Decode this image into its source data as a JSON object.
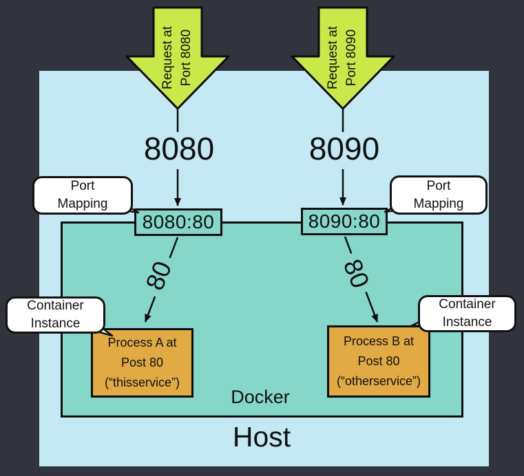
{
  "colors": {
    "background": "#31343d",
    "host_fill": "#c4e9f4",
    "docker_fill": "#86d7ca",
    "request_arrow_fill": "#c9e84a",
    "process_box_fill": "#e1aa45",
    "bubble_fill": "#ffffff",
    "outline": "#0d0d0d"
  },
  "diagram": {
    "host_label": "Host",
    "docker_label": "Docker",
    "left": {
      "request_line1": "Request at",
      "request_line2": "Port 8080",
      "external_port": "8080",
      "mapping": "8080:80",
      "port_mapping_bubble_line1": "Port",
      "port_mapping_bubble_line2": "Mapping",
      "internal_port": "80",
      "container_bubble_line1": "Container",
      "container_bubble_line2": "Instance",
      "process_line1": "Process A at",
      "process_line2": "Post 80",
      "process_line3": "(“thisservice”)"
    },
    "right": {
      "request_line1": "Request at",
      "request_line2": "Port 8090",
      "external_port": "8090",
      "mapping": "8090:80",
      "port_mapping_bubble_line1": "Port",
      "port_mapping_bubble_line2": "Mapping",
      "internal_port": "80",
      "container_bubble_line1": "Container",
      "container_bubble_line2": "Instance",
      "process_line1": "Process B at",
      "process_line2": "Post 80",
      "process_line3": "(“otherservice”)"
    }
  }
}
